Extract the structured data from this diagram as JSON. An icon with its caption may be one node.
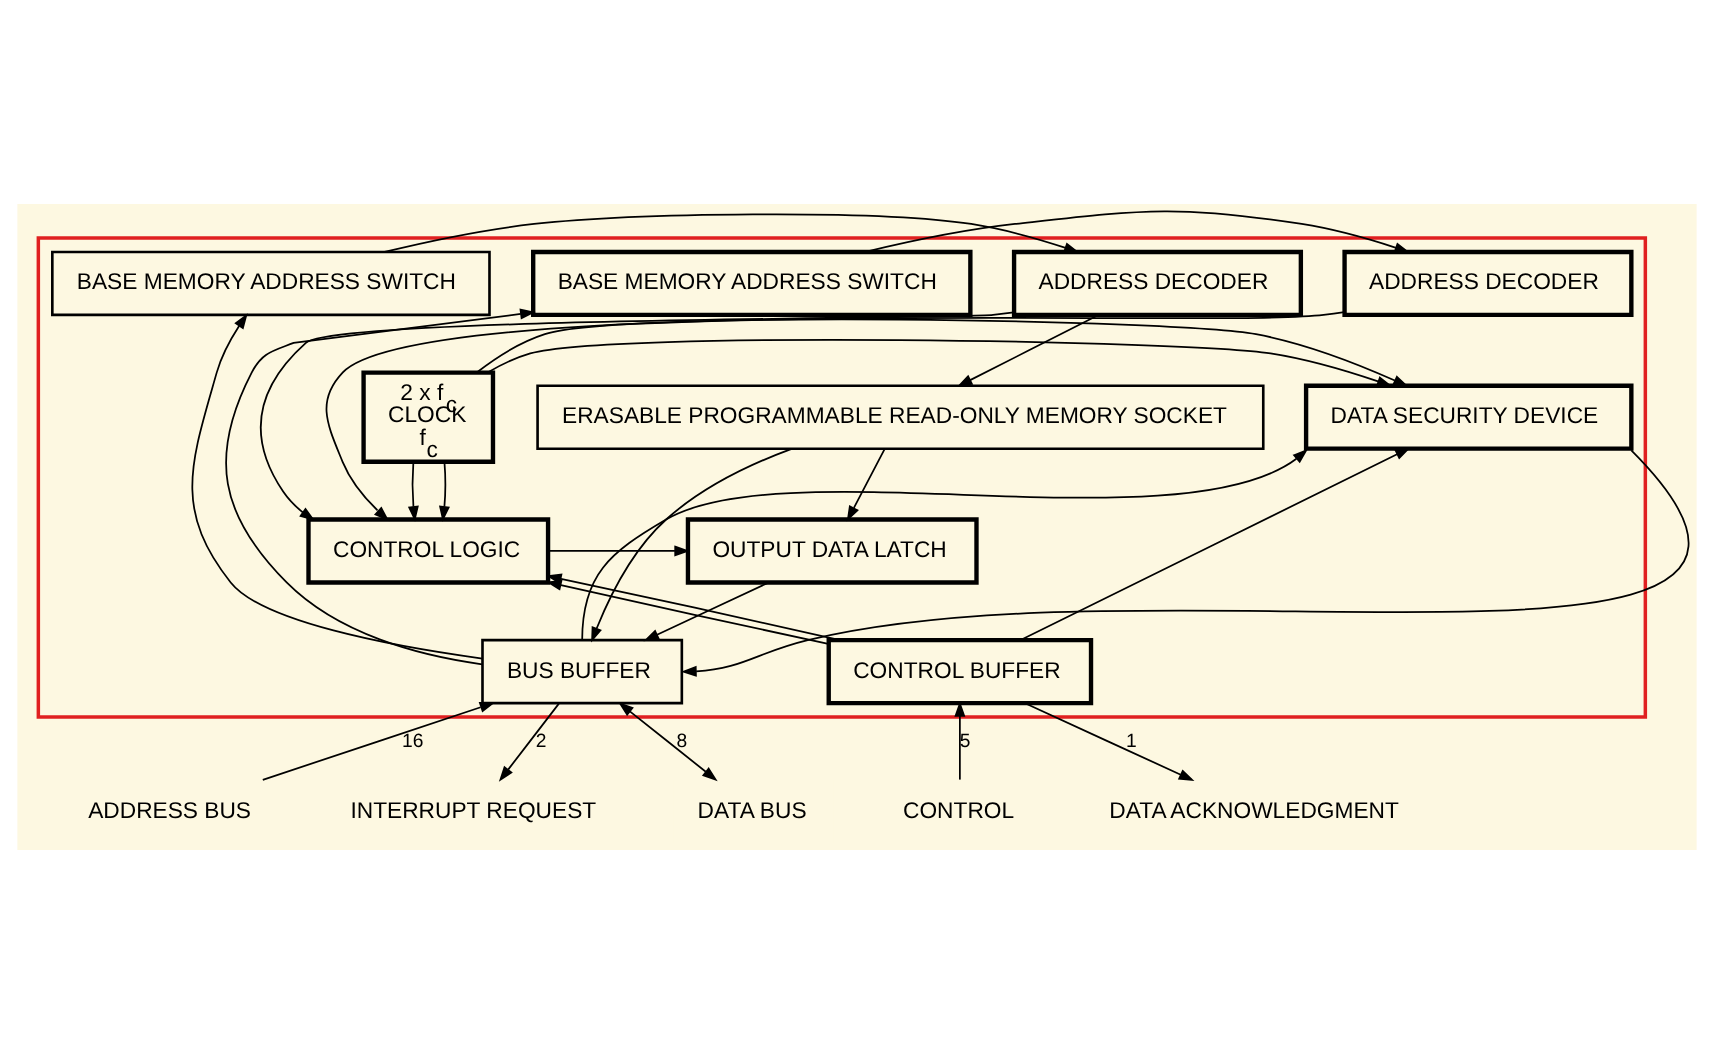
{
  "diagram": {
    "nodes": [
      {
        "text": [],
        "shape": "box"
      },
      {
        "text": [
          "ADDRESS DECODER"
        ],
        "in": 0
      },
      {
        "text": [
          "BASE MEMORY ADDRESS SWITCH"
        ],
        "in": 0
      },
      {
        "text": [
          "BASE MEMORY ADDRESS SWITCH"
        ],
        "in": 0
      },
      {
        "text": [
          "ADDRESS DECODER"
        ],
        "in": 0
      },
      {
        "text": [
          "ERASABLE PROGRAMMABLE READ-ONLY MEMORY SOCKET"
        ],
        "in": 0
      },
      {
        "text": [
          "DATA SECURITY DEVICE"
        ],
        "in": 0
      },
      {
        "text": [
          "2 x f$_{c}$",
          "CLOCK",
          "f$_{c}$"
        ],
        "in": 0
      },
      {
        "text": [
          "OUTPUT DATA LATCH"
        ],
        "in": 0
      },
      {
        "text": [
          "CONTROL LOGIC"
        ],
        "in": 0
      },
      {
        "text": [
          "BUS BUFFER"
        ],
        "in": 0
      },
      {
        "text": [
          "CONTROL BUFFER"
        ],
        "in": 0
      },
      {
        "text": [
          "INTERRUPT REQUEST"
        ]
      },
      {
        "text": [
          "DATA BUS"
        ]
      },
      {
        "text": [
          "ADDRESS BUS"
        ]
      },
      {
        "text": [
          "CONTROL"
        ]
      },
      {
        "text": [
          "DATA ACKNOWLEDGMENT"
        ]
      }
    ],
    "edges": [
      {
        "from": 2,
        "to": 1,
        "arrow": "to"
      },
      {
        "from": 1,
        "to": 5,
        "arrow": "to"
      },
      {
        "from": 1,
        "to": 9,
        "arrow": "to"
      },
      {
        "from": 10,
        "to": 2,
        "arrow": "to"
      },
      {
        "from": 10,
        "to": 3,
        "arrow": "to"
      },
      {
        "from": 3,
        "to": 4,
        "arrow": "to"
      },
      {
        "from": 4,
        "to": 9,
        "arrow": "to"
      },
      {
        "from": 10,
        "to": 6,
        "arrow": "to"
      },
      {
        "from": 5,
        "to": 8,
        "arrow": "to"
      },
      {
        "from": 5,
        "to": 10,
        "arrow": "to"
      },
      {
        "from": 7,
        "to": 6,
        "arrow": "to"
      },
      {
        "from": 7,
        "to": 6,
        "arrow": "to"
      },
      {
        "from": 7,
        "to": 9,
        "arrow": "to"
      },
      {
        "from": 7,
        "to": 9,
        "arrow": "to"
      },
      {
        "from": 9,
        "to": 8,
        "arrow": "to"
      },
      {
        "from": 8,
        "to": 10,
        "arrow": "to"
      },
      {
        "from": 6,
        "to": 10,
        "arrow": "to"
      },
      {
        "from": 11,
        "to": 6,
        "arrow": "to"
      },
      {
        "from": 11,
        "to": 9,
        "arrow": "to"
      },
      {
        "from": 11,
        "to": 9,
        "arrow": "to"
      },
      {
        "from": 10,
        "to": 12,
        "arrow": "to",
        "label": "2"
      },
      {
        "from": 13,
        "to": 10,
        "arrow": "both",
        "label": "8"
      },
      {
        "from": 14,
        "to": 10,
        "arrow": "to",
        "label": "16"
      },
      {
        "from": 15,
        "to": 11,
        "arrow": "to",
        "label": "5"
      },
      {
        "from": 11,
        "to": 16,
        "arrow": "to",
        "label": "1"
      }
    ]
  }
}
